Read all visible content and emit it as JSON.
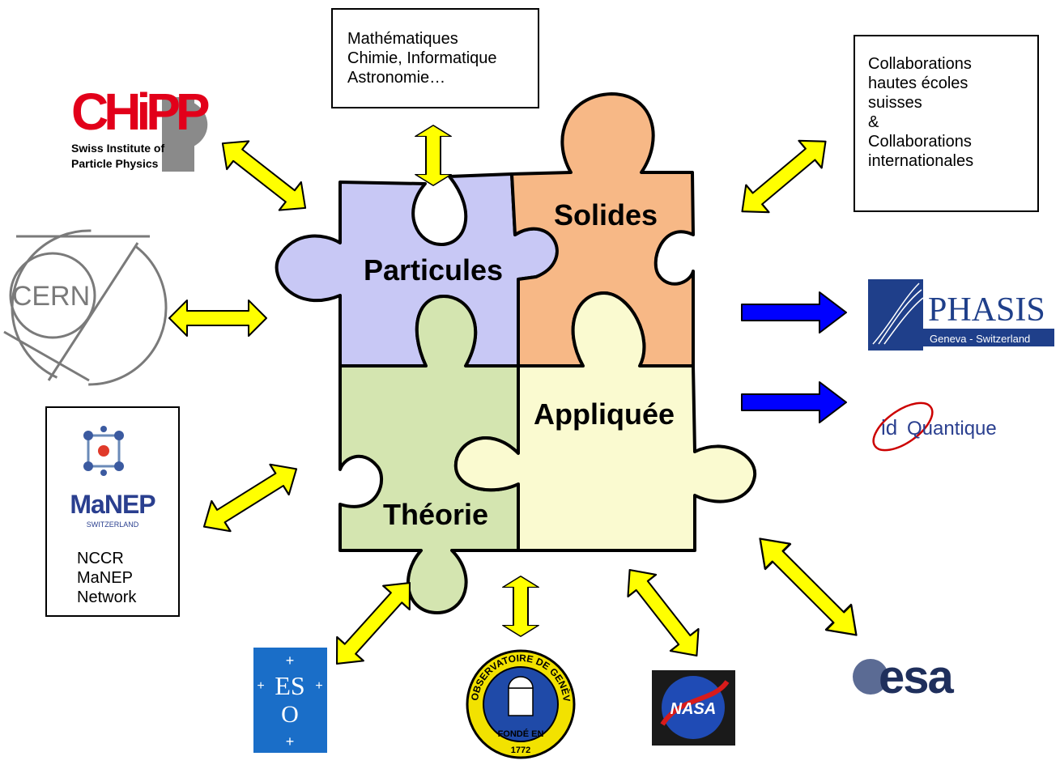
{
  "top_box": {
    "lines": [
      "Mathématiques",
      "Chimie, Informatique",
      "Astronomie…"
    ]
  },
  "right_box": {
    "lines": [
      "Collaborations",
      "hautes écoles",
      "suisses",
      "&",
      "Collaborations",
      "internationales"
    ]
  },
  "puzzle": {
    "particules": "Particules",
    "solides": "Solides",
    "theorie": "Théorie",
    "appliquee": "Appliquée"
  },
  "logos": {
    "chipp": {
      "mark": "CHiPP",
      "line1": "Swiss Institute of",
      "line2": "Particle Physics"
    },
    "cern": {
      "mark": "CERN"
    },
    "manep": {
      "mark": "MaNEP",
      "sub": "SWITZERLAND",
      "lines": [
        "NCCR",
        "MaNEP",
        "Network"
      ]
    },
    "phasis": {
      "mark": "PHASIS",
      "sub": "Geneva - Switzerland"
    },
    "idq": {
      "mark_a": "id",
      "mark_b": "Quantique"
    },
    "eso": {
      "mark_a": "ES",
      "mark_b": "O"
    },
    "observatoire": {
      "ring": "OBSERVATOIRE DE GENÈVE",
      "bottom": "FONDÉ EN",
      "year": "1772"
    },
    "nasa": {
      "mark": "NASA"
    },
    "esa": {
      "mark": "esa"
    }
  },
  "colors": {
    "particules": "#c8c8f5",
    "solides": "#f7b886",
    "theorie": "#d4e5b0",
    "appliquee": "#fafad0",
    "arrow_yellow": "#ffff00",
    "arrow_blue": "#0000ff"
  }
}
